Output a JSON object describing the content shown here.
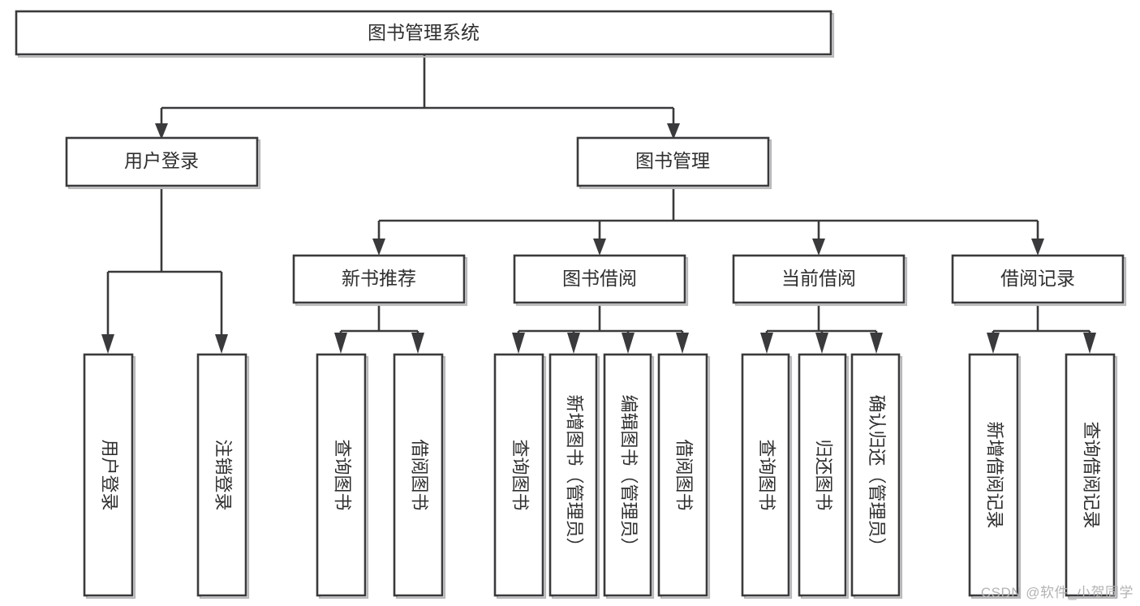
{
  "diagram": {
    "title": "图书管理系统",
    "type": "tree",
    "watermark": "CSDN @软件_小贺同学",
    "colors": {
      "stroke": "#3a3a3c",
      "fill": "#ffffff",
      "text": "#2f2f31",
      "watermark": "#b3b3b5",
      "background": "#ffffff"
    },
    "root": {
      "label": "图书管理系统"
    },
    "level2": [
      {
        "label": "用户登录"
      },
      {
        "label": "图书管理"
      }
    ],
    "level3": [
      {
        "label": "新书推荐"
      },
      {
        "label": "图书借阅"
      },
      {
        "label": "当前借阅"
      },
      {
        "label": "借阅记录"
      }
    ],
    "leaves": {
      "user_login": [
        {
          "label": "用户登录"
        },
        {
          "label": "注销登录"
        }
      ],
      "new_book_recommend": [
        {
          "label": "查询图书"
        },
        {
          "label": "借阅图书"
        }
      ],
      "book_borrow": [
        {
          "label": "查询图书"
        },
        {
          "label": "新增图书（管理员）"
        },
        {
          "label": "编辑图书（管理员）"
        },
        {
          "label": "借阅图书"
        }
      ],
      "current_borrow": [
        {
          "label": "查询图书"
        },
        {
          "label": "归还图书"
        },
        {
          "label": "确认归还（管理员）"
        }
      ],
      "borrow_records": [
        {
          "label": "新增借阅记录"
        },
        {
          "label": "查询借阅记录"
        }
      ]
    }
  }
}
